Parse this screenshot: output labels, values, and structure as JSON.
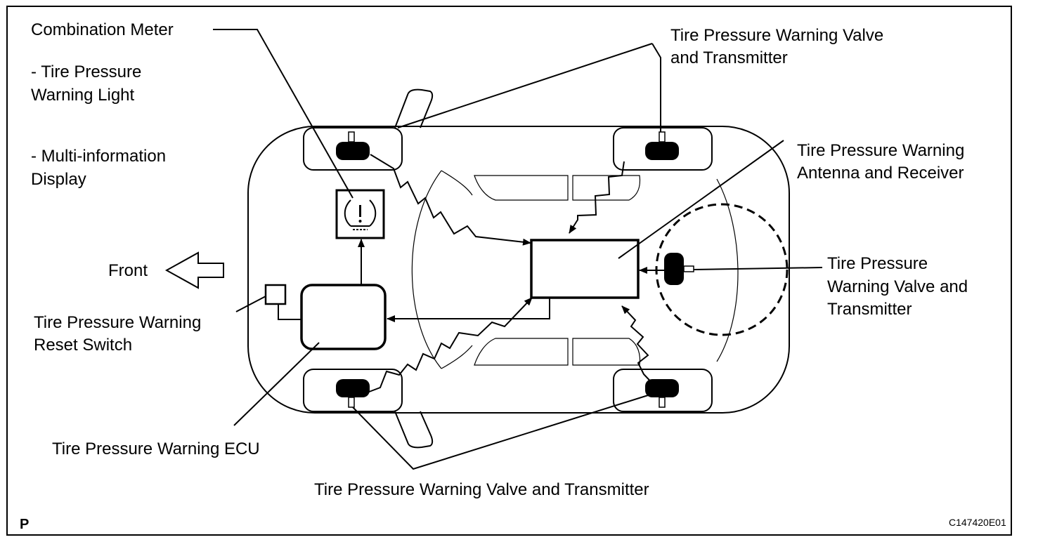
{
  "labels": {
    "combination_meter": "Combination Meter",
    "warning_light_1": "- Tire Pressure",
    "warning_light_2": "Warning Light",
    "multi_info_1": "- Multi-information",
    "multi_info_2": "Display",
    "front": "Front",
    "reset_switch_1": "Tire Pressure Warning",
    "reset_switch_2": "Reset Switch",
    "ecu": "Tire Pressure Warning ECU",
    "bottom_transmitter": "Tire Pressure Warning Valve and Transmitter",
    "top_transmitter_1": "Tire Pressure Warning Valve",
    "top_transmitter_2": "and Transmitter",
    "antenna_1": "Tire Pressure Warning",
    "antenna_2": "Antenna and Receiver",
    "spare_transmitter_1": "Tire Pressure",
    "spare_transmitter_2": "Warning Valve and",
    "spare_transmitter_3": "Transmitter",
    "page_mark": "P",
    "figure_code": "C147420E01"
  },
  "icons": {
    "warning_light": "tire-pressure-warning-icon",
    "front_arrow": "front-arrow-icon"
  }
}
